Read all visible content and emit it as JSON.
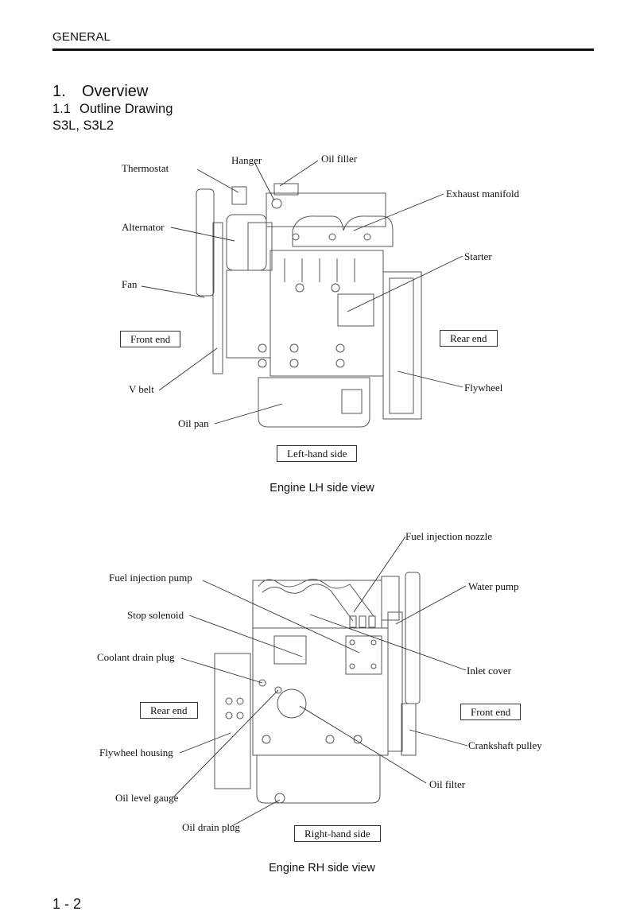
{
  "header": {
    "title": "GENERAL"
  },
  "section": {
    "number": "1.",
    "title": "Overview"
  },
  "subsection": {
    "number": "1.1",
    "title": "Outline Drawing"
  },
  "models": "S3L, S3L2",
  "figures": [
    {
      "id": "lh",
      "caption": "Engine LH side view",
      "callouts": [
        {
          "label": "Thermostat",
          "anchor": "left"
        },
        {
          "label": "Hanger",
          "anchor": "left"
        },
        {
          "label": "Oil filler",
          "anchor": "left"
        },
        {
          "label": "Exhaust manifold",
          "anchor": "left"
        },
        {
          "label": "Alternator",
          "anchor": "left"
        },
        {
          "label": "Starter",
          "anchor": "left"
        },
        {
          "label": "Fan",
          "anchor": "left"
        },
        {
          "label": "V belt",
          "anchor": "left"
        },
        {
          "label": "Flywheel",
          "anchor": "left"
        },
        {
          "label": "Oil pan",
          "anchor": "left"
        }
      ],
      "boxed_labels": [
        "Front end",
        "Rear end",
        "Left-hand side"
      ]
    },
    {
      "id": "rh",
      "caption": "Engine RH side view",
      "callouts": [
        {
          "label": "Fuel injection nozzle",
          "anchor": "left"
        },
        {
          "label": "Fuel injection pump",
          "anchor": "left"
        },
        {
          "label": "Water pump",
          "anchor": "left"
        },
        {
          "label": "Stop solenoid",
          "anchor": "left"
        },
        {
          "label": "Coolant drain plug",
          "anchor": "left"
        },
        {
          "label": "Inlet cover",
          "anchor": "left"
        },
        {
          "label": "Flywheel housing",
          "anchor": "left"
        },
        {
          "label": "Crankshaft pulley",
          "anchor": "left"
        },
        {
          "label": "Oil level gauge",
          "anchor": "left"
        },
        {
          "label": "Oil filter",
          "anchor": "left"
        },
        {
          "label": "Oil drain plug",
          "anchor": "left"
        }
      ],
      "boxed_labels": [
        "Rear end",
        "Front end",
        "Right-hand side"
      ]
    }
  ],
  "page_number": "1 - 2"
}
